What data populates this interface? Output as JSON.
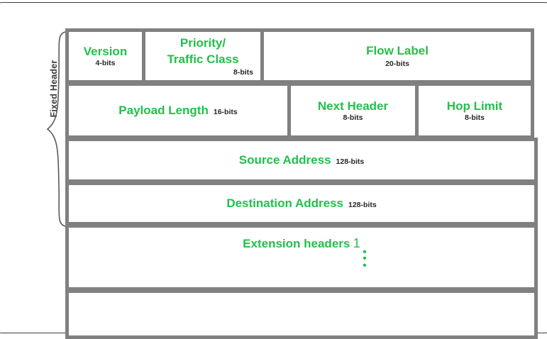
{
  "diagram": {
    "side_label": "Fixed Header",
    "accent_color": "#22c04a",
    "border_color": "#808080",
    "bits_color": "#262626",
    "rows": [
      {
        "fields": [
          {
            "name": "Version",
            "bits": "4-bits"
          },
          {
            "name": "Priority/",
            "name2": "Traffic Class",
            "bits": "8-bits"
          },
          {
            "name": "Flow Label",
            "bits": "20-bits"
          }
        ]
      },
      {
        "fields": [
          {
            "name": "Payload Length",
            "bits": "16-bits"
          },
          {
            "name": "Next Header",
            "bits": "8-bits"
          },
          {
            "name": "Hop Limit",
            "bits": "8-bits"
          }
        ]
      },
      {
        "fields": [
          {
            "name": "Source Address",
            "bits": "128-bits"
          }
        ]
      },
      {
        "fields": [
          {
            "name": "Destination Address",
            "bits": "128-bits"
          }
        ]
      },
      {
        "fields": [
          {
            "name": "Extension headers",
            "count": "1",
            "dots": [
              "•",
              "•",
              "•"
            ]
          }
        ]
      },
      {
        "fields": [
          {
            "name": "",
            "bits": ""
          }
        ]
      }
    ]
  }
}
